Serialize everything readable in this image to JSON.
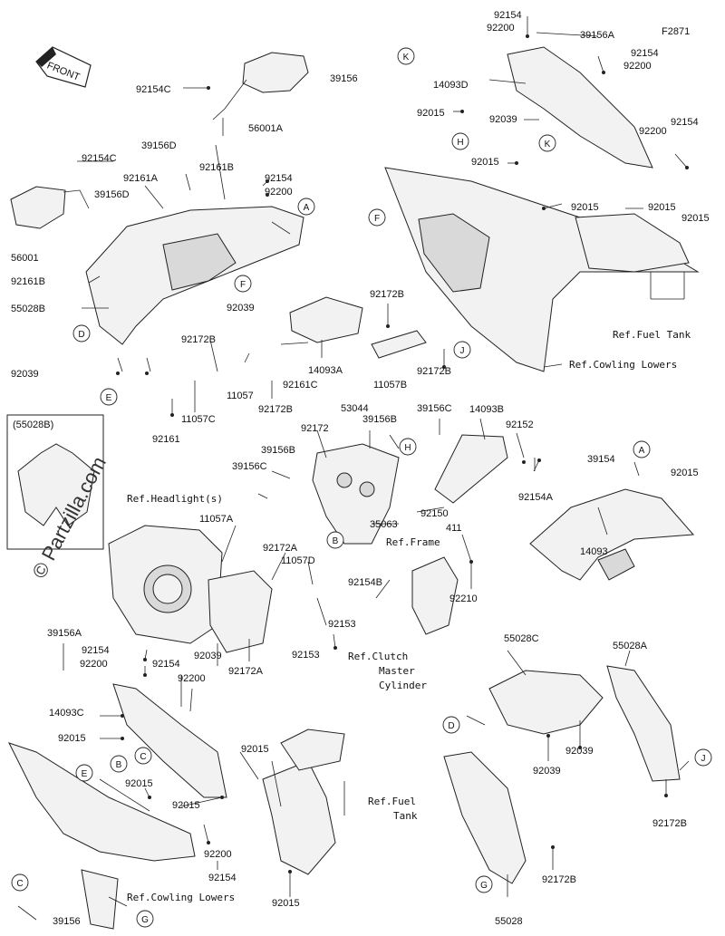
{
  "figure_code": "F2871",
  "front_label": "FRONT",
  "inset_label": "(55028B)",
  "watermark": "© Partzilla.com",
  "part_labels": [
    "92154",
    "92200",
    "39156A",
    "92154",
    "92200",
    "14093D",
    "92015",
    "92039",
    "92200",
    "92154",
    "92015",
    "92015",
    "92015",
    "92015",
    "39156",
    "92154C",
    "56001A",
    "39156D",
    "92154C",
    "92161A",
    "92161B",
    "92154",
    "92200",
    "39156D",
    "56001",
    "92161B",
    "55028B",
    "92039",
    "92172B",
    "14093A",
    "92161C",
    "11057",
    "92172B",
    "11057B",
    "92172B",
    "92039",
    "92161",
    "11057C",
    "92172B",
    "53044",
    "39156C",
    "92172",
    "39156B",
    "14093B",
    "92152",
    "39156B",
    "39156C",
    "92154A",
    "35063",
    "92150",
    "411",
    "39154",
    "92015",
    "14093",
    "11057A",
    "92172A",
    "11057D",
    "92154B",
    "92210",
    "92153",
    "92153",
    "92039",
    "92172A",
    "39156A",
    "92154",
    "92200",
    "92154",
    "92200",
    "14093C",
    "92015",
    "92015",
    "92015",
    "92015",
    "92200",
    "92154",
    "92015",
    "39156",
    "55028C",
    "55028A",
    "92039",
    "92039",
    "92172B",
    "92172B",
    "55028"
  ],
  "ref_labels": [
    "Ref.Fuel Tank",
    "Ref.Cowling Lowers",
    "Ref.Headlight(s)",
    "Ref.Frame",
    "Ref.Clutch",
    "Master",
    "Cylinder",
    "Ref.Fuel",
    "Tank",
    "Ref.Cowling Lowers"
  ],
  "circle_markers": [
    "K",
    "H",
    "K",
    "A",
    "F",
    "F",
    "D",
    "E",
    "J",
    "H",
    "B",
    "A",
    "C",
    "B",
    "E",
    "D",
    "J",
    "G",
    "C",
    "G"
  ]
}
